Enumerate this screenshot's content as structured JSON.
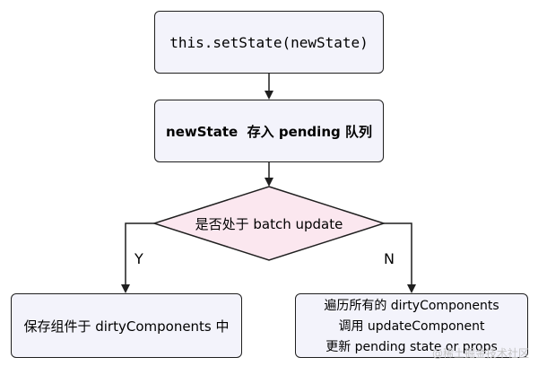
{
  "diagram": {
    "node_set_state": "this.setState(newState)",
    "node_enqueue": "newState  存入 pending 队列",
    "decision": "是否处于 batch update",
    "branch_yes": "Y",
    "branch_no": "N",
    "node_save": "保存组件于 dirtyComponents 中",
    "node_iterate": {
      "line1": "遍历所有的 dirtyComponents",
      "line2": "调用 updateComponent",
      "line3": "更新 pending state or props"
    }
  },
  "colors": {
    "box_fill": "#f3f3fb",
    "diamond_fill": "#fbe7ef",
    "stroke": "#1f1f1f"
  },
  "watermark": "@稀土掘金技术社区"
}
